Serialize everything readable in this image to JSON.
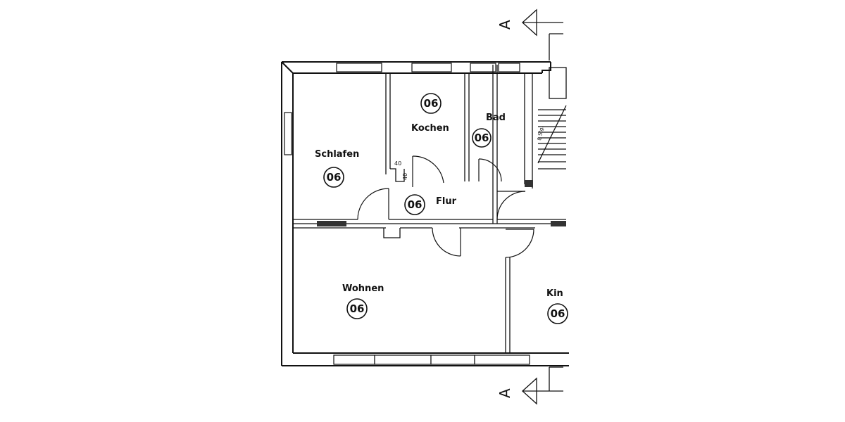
{
  "rooms": {
    "schlafen": {
      "label": "Schlafen",
      "code": "06"
    },
    "kochen": {
      "label": "Kochen",
      "code": "06"
    },
    "bad": {
      "label": "Bad",
      "code": "06"
    },
    "flur": {
      "label": "Flur",
      "code": "06"
    },
    "wohnen": {
      "label": "Wohnen",
      "code": "06"
    },
    "kind": {
      "label": "Kin",
      "code": "06"
    }
  },
  "dimensions": {
    "niche_width": "40",
    "niche_depth": "40"
  },
  "stairs": {
    "label": "8 Stg."
  },
  "section_markers": {
    "top": "A",
    "bottom": "A"
  }
}
